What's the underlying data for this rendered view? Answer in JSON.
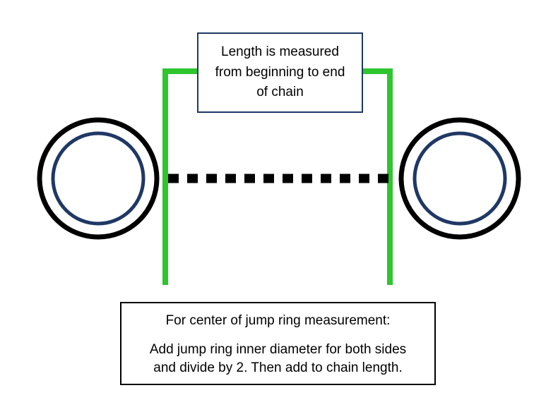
{
  "diagram": {
    "top_box": {
      "text": "Length is measured from beginning to end of chain"
    },
    "bottom_box": {
      "line1": "For center of jump ring measurement:",
      "line2": "Add jump ring inner diameter for both sides and divide by 2. Then add to chain length."
    },
    "colors": {
      "bracket_green": "#2fc52f",
      "dash": "#000000",
      "ring_outer": "#000000",
      "ring_inner": "#1f3864",
      "top_box_border": "#1f3864",
      "bottom_box_border": "#000000"
    }
  }
}
